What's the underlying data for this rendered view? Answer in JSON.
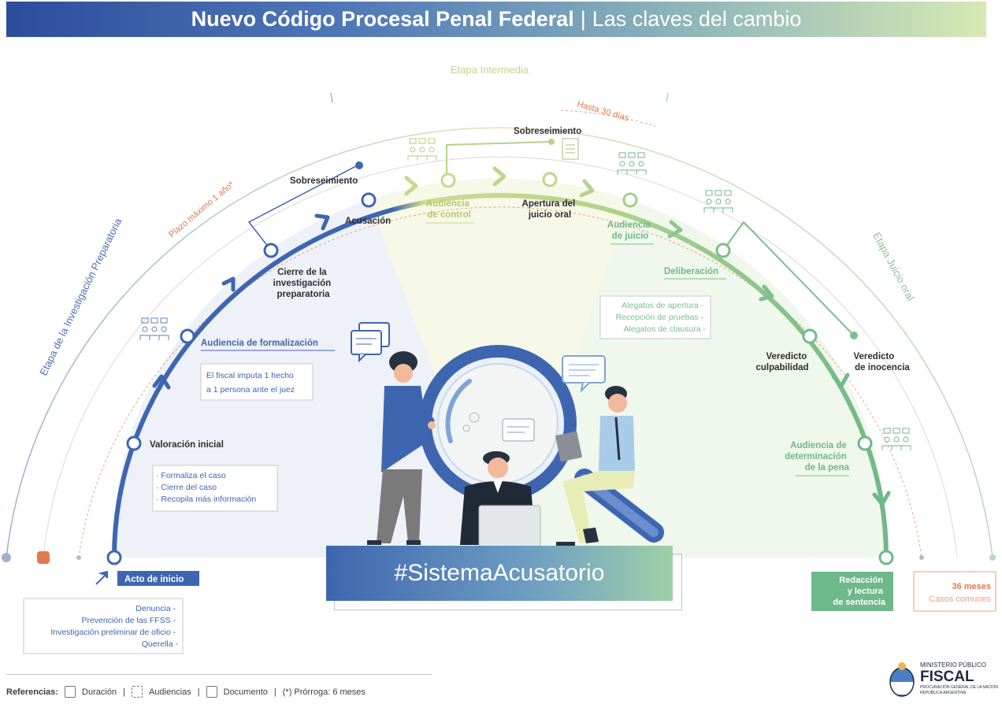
{
  "header": {
    "title_bold": "Nuevo Código Procesal Penal Federal",
    "separator": "|",
    "title_light": "Las claves del cambio"
  },
  "stages": {
    "preparatoria": "Etapa de la Investigación Preparatoria",
    "intermedia": "Etapa Intermedia",
    "juicio": "Etapa Juicio oral"
  },
  "durations": {
    "plazo": "Plazo máximo 1 año*",
    "hasta30": "Hasta 30 días"
  },
  "nodes": {
    "acto_inicio": "Acto de inicio",
    "valoracion": "Valoración inicial",
    "formalizacion": "Audiencia de formalización",
    "cierre": [
      "Cierre de la",
      "investigación",
      "preparatoria"
    ],
    "sobreseimiento1": "Sobreseimiento",
    "acusacion": "Acusación",
    "audiencia_control": [
      "Audiencia",
      "de control"
    ],
    "sobreseimiento2": "Sobreseimiento",
    "apertura": [
      "Apertura del",
      "juicio oral"
    ],
    "audiencia_juicio": [
      "Audiencia",
      "de juicio"
    ],
    "deliberacion": "Deliberación",
    "veredicto_culp": [
      "Veredicto",
      "culpabilidad"
    ],
    "veredicto_inoc": [
      "Veredicto",
      "de inocencia"
    ],
    "determinacion": [
      "Audiencia de",
      "determinación",
      "de la pena"
    ],
    "redaccion": [
      "Redacción",
      "y lectura",
      "de sentencia"
    ],
    "meses": "36 meses",
    "casos": "Casos comunes"
  },
  "boxes": {
    "acto_items": [
      "Denuncia -",
      "Prevención de las FFSS -",
      "Investigación preliminar de oficio -",
      "Querella -"
    ],
    "valoracion_items": [
      "· Formaliza el caso",
      "· Cierre del caso",
      "· Recopila más información"
    ],
    "formalizacion_items": [
      "El fiscal imputa 1 hecho",
      "a 1 persona ante el juez"
    ],
    "deliberacion_items": [
      "Alegatos de apertura -",
      "Recepción de pruebas -",
      "Alegatos de clausura -"
    ]
  },
  "hashtag": "#SistemaAcusatorio",
  "footer": {
    "label": "Referencias:",
    "duracion": "Duración",
    "audiencias": "Audiencias",
    "documento": "Documento",
    "prorroga": "(*) Prórroga: 6 meses",
    "sep": "|"
  },
  "logo": {
    "line1": "MINISTERIO PÚBLICO",
    "line2": "FISCAL",
    "line3": "PROCURACIÓN GENERAL DE LA NACIÓN",
    "line4": "REPÚBLICA ARGENTINA"
  },
  "colors": {
    "blue": "#3e66b0",
    "yellowgreen": "#c8d98a",
    "green": "#7bbf8e",
    "orange": "#e07a4f"
  }
}
